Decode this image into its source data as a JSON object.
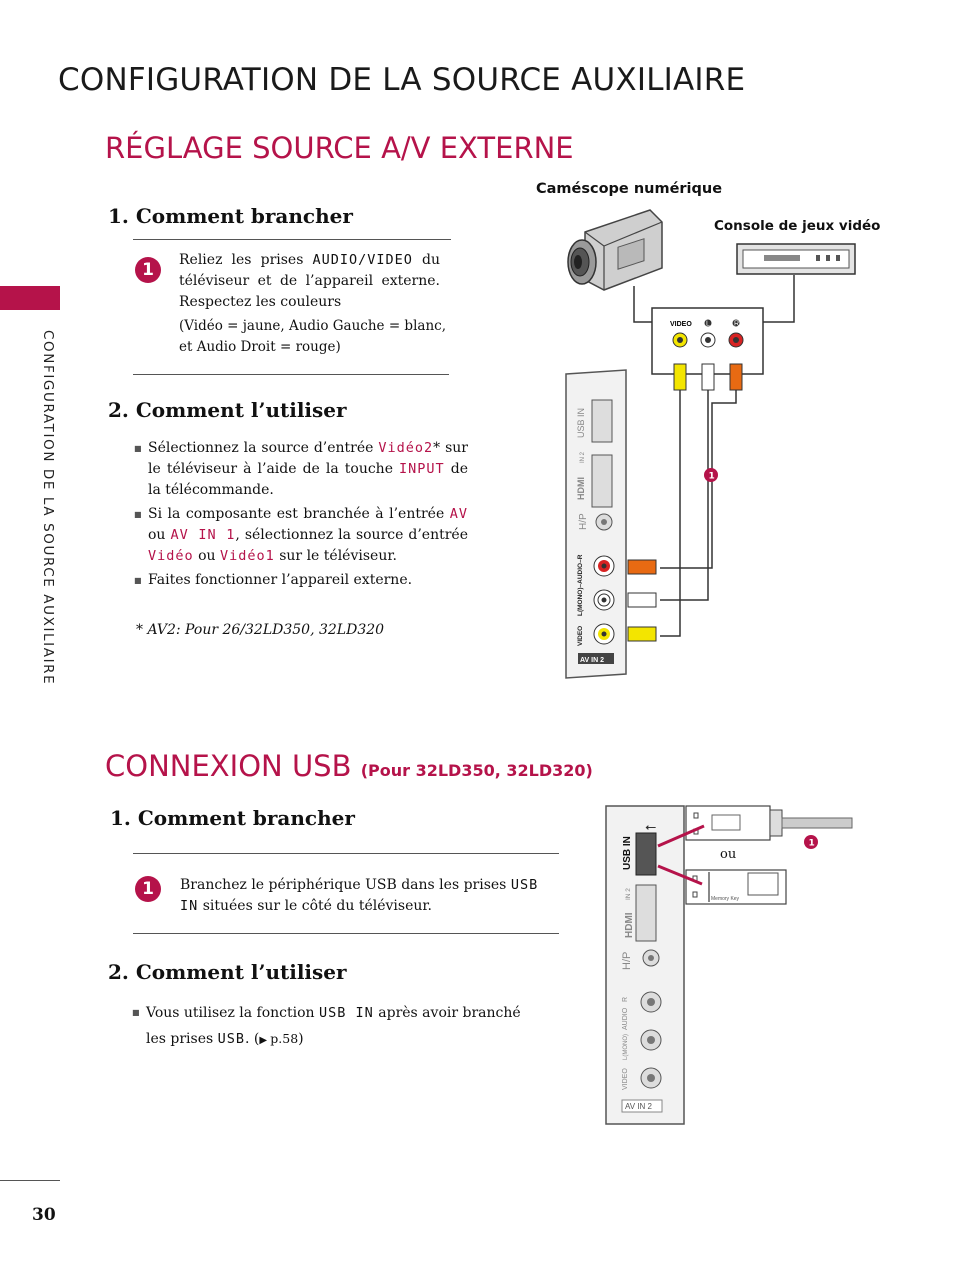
{
  "page": {
    "title": "CONFIGURATION DE LA SOURCE AUXILIAIRE",
    "side_label": "CONFIGURATION DE LA SOURCE AUXILIAIRE",
    "page_number": "30",
    "accent_color": "#b5134a"
  },
  "av": {
    "heading": "RÉGLAGE SOURCE A/V EXTERNE",
    "connect": {
      "heading": "1. Comment brancher",
      "step_badge": "1",
      "line1_a": "Reliez les prises ",
      "line1_kw": "AUDIO/VIDEO",
      "line1_b": " du téléviseur et de l’appareil externe. Respectez les couleurs",
      "line2": "(Vidéo = jaune, Audio Gauche = blanc, et Audio Droit = rouge)"
    },
    "use": {
      "heading": "2. Comment l’utiliser",
      "b1_a": "Sélectionnez la source d’entrée ",
      "b1_kw": "Vidéo2",
      "b1_b": "* sur le téléviseur à l’aide de la touche ",
      "b1_kw2": "INPUT",
      "b1_c": " de la télécommande.",
      "b2_a": "Si la composante est branchée à l’entrée ",
      "b2_kw": "AV",
      "b2_b": " ou ",
      "b2_kw2": "AV IN 1",
      "b2_c": ", sélectionnez la source d’entrée ",
      "b2_kw3": "Vidéo",
      "b2_d": " ou ",
      "b2_kw4": "Vidéo1",
      "b2_e": " sur le téléviseur.",
      "b3": "Faites fonctionner l’appareil externe.",
      "footnote": "* AV2: Pour 26/32LD350, 32LD320"
    },
    "diagram": {
      "camcorder_label": "Caméscope numérique",
      "console_label": "Console de jeux vidéo",
      "jack_video": "VIDEO",
      "jack_l": "L",
      "jack_r": "R",
      "panel_usb": "USB IN",
      "panel_hdmi": "HDMI",
      "panel_in2": "IN 2",
      "panel_hp": "H/P",
      "panel_audio": "L(MONO)–AUDIO–R",
      "panel_video": "VIDEO",
      "panel_avin": "AV IN 2",
      "step_badge": "1"
    }
  },
  "usb": {
    "heading": "CONNEXION USB",
    "heading_small": "(Pour 32LD350, 32LD320)",
    "connect": {
      "heading": "1. Comment brancher",
      "step_badge": "1",
      "text_a": "Branchez le périphérique USB dans les prises ",
      "text_kw": "USB IN",
      "text_b": " situées sur le côté du téléviseur."
    },
    "use": {
      "heading": "2. Comment l’utiliser",
      "b1_a": "Vous utilisez la fonction ",
      "b1_kw": "USB IN",
      "b1_b": " après avoir branché les prises ",
      "b1_kw2": "USB",
      "b1_c": ". (",
      "b1_ref": "p.58",
      "b1_d": ")"
    },
    "diagram": {
      "or_label": "ou",
      "memory_key": "Memory Key",
      "panel_usb": "USB IN",
      "panel_hdmi": "HDMI",
      "panel_in2": "IN 2",
      "panel_hp": "H/P",
      "panel_audio": "AUDIO",
      "panel_r": "R",
      "panel_lmono": "L(MONO)",
      "panel_video": "VIDEO",
      "panel_avin": "AV IN 2",
      "step_badge": "1"
    }
  }
}
